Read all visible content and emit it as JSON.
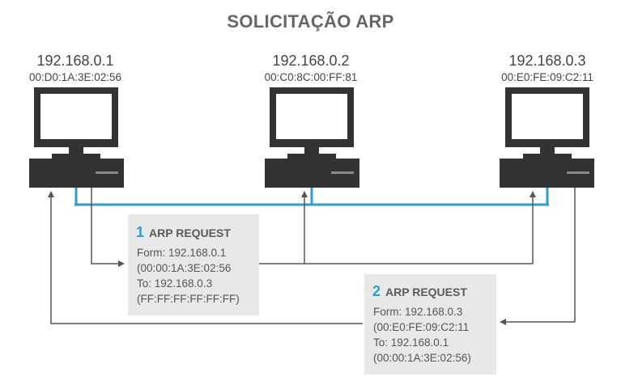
{
  "title": "SOLICITAÇÃO ARP",
  "hosts": [
    {
      "ip": "192.168.0.1",
      "mac": "00:D0:1A:3E:02:56"
    },
    {
      "ip": "192.168.0.2",
      "mac": "00:C0:8C:00:FF:81"
    },
    {
      "ip": "192.168.0.3",
      "mac": "00:E0:FE:09:C2:11"
    }
  ],
  "request1": {
    "number": "1",
    "label": "ARP REQUEST",
    "lines": [
      "Form: 192.168.0.1",
      "(00:00:1A:3E:02:56",
      "To: 192.168.0.3",
      "(FF:FF:FF:FF:FF:FF)"
    ]
  },
  "request2": {
    "number": "2",
    "label": "ARP REQUEST",
    "lines": [
      "Form: 192.168.0.3",
      "(00:E0:FE:09:C2:11",
      "To: 192.168.0.1",
      "(00:00:1A:3E:02:56)"
    ]
  },
  "colors": {
    "network_line": "#2a9fd0",
    "arrow": "#555555",
    "computer": "#333333",
    "box_bg": "#e8e8e8"
  }
}
